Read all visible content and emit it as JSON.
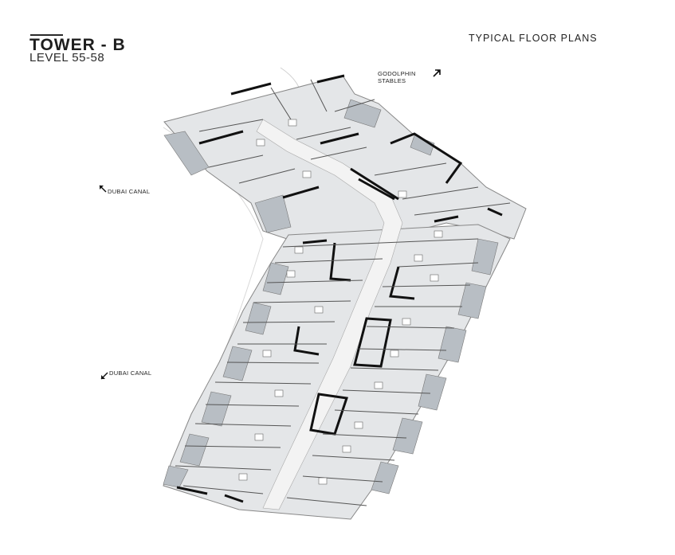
{
  "header": {
    "title": "TOWER - B",
    "subtitle": "LEVEL 55-58",
    "plan_title": "TYPICAL FLOOR PLANS"
  },
  "labels": {
    "godolphin_line1": "GODOLPHIN",
    "godolphin_line2": "STABLES",
    "dubai_canal_upper": "DUBAI CANAL",
    "dubai_canal_lower": "DUBAI CANAL"
  },
  "icons": {
    "godolphin": "north-east-arrow-icon",
    "canal_upper": "north-west-arrow-icon",
    "canal_lower": "south-west-arrow-icon"
  },
  "colors": {
    "floor": "#e4e6e8",
    "balcony": "#b8bec4",
    "wall": "#111111",
    "corridor": "#f3f3f3",
    "outline": "#888888"
  }
}
